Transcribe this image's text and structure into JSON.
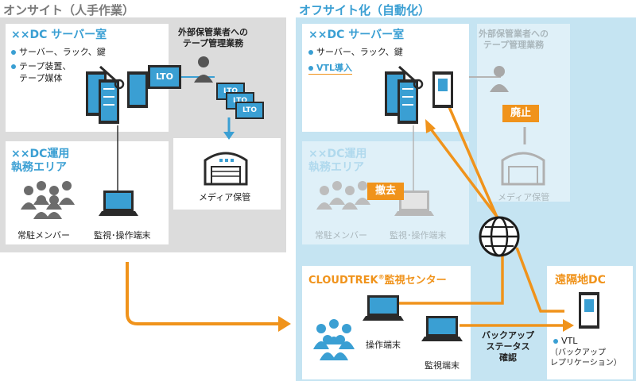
{
  "onsite": {
    "heading": "オンサイト（人手作業）",
    "server_room": {
      "title": "××DC サーバー室",
      "bullets": [
        "サーバー、ラック、鍵",
        "テープ装置、",
        "テープ媒体"
      ]
    },
    "vendor_label": [
      "外部保管業者への",
      "テープ管理業務"
    ],
    "lto_labels": [
      "LTO",
      "LTO",
      "LTO",
      "LTO"
    ],
    "ops_area": {
      "title": [
        "××DC運用",
        "執務エリア"
      ]
    },
    "resident_label": "常駐メンバー",
    "monitor_label": "監視･操作端末",
    "storage_label": "メディア保管"
  },
  "offsite": {
    "heading": "オフサイト化（自動化）",
    "server_room": {
      "title": "××DC サーバー室",
      "bullets": [
        "サーバー、ラック、鍵",
        "VTL導入"
      ]
    },
    "vendor_label": [
      "外部保管業者への",
      "テープ管理業務"
    ],
    "storage_label": "メディア保管",
    "ops_area": {
      "title": [
        "××DC運用",
        "執務エリア"
      ]
    },
    "resident_label": "常駐メンバー",
    "monitor_label": "監視･操作端末",
    "abolish_tag": "廃止",
    "withdraw_tag": "撤去",
    "center": {
      "title": "CLOUDTREK",
      "title_sup": "®",
      "title_suffix": "監視センター",
      "operation_label": "操作端末",
      "monitor_label": "監視端末"
    },
    "backup_label": [
      "バックアップ",
      "ステータス",
      "確認"
    ],
    "remote_dc": {
      "title": "遠隔地DC",
      "bullet": "VTL",
      "sub": [
        "（バックアップ",
        "レプリケーション）"
      ]
    }
  },
  "colors": {
    "accent": "#3a9fd3",
    "orange": "#f0931b",
    "panel_gray": "#dcdcdc",
    "panel_blue": "#c5e4f2"
  }
}
